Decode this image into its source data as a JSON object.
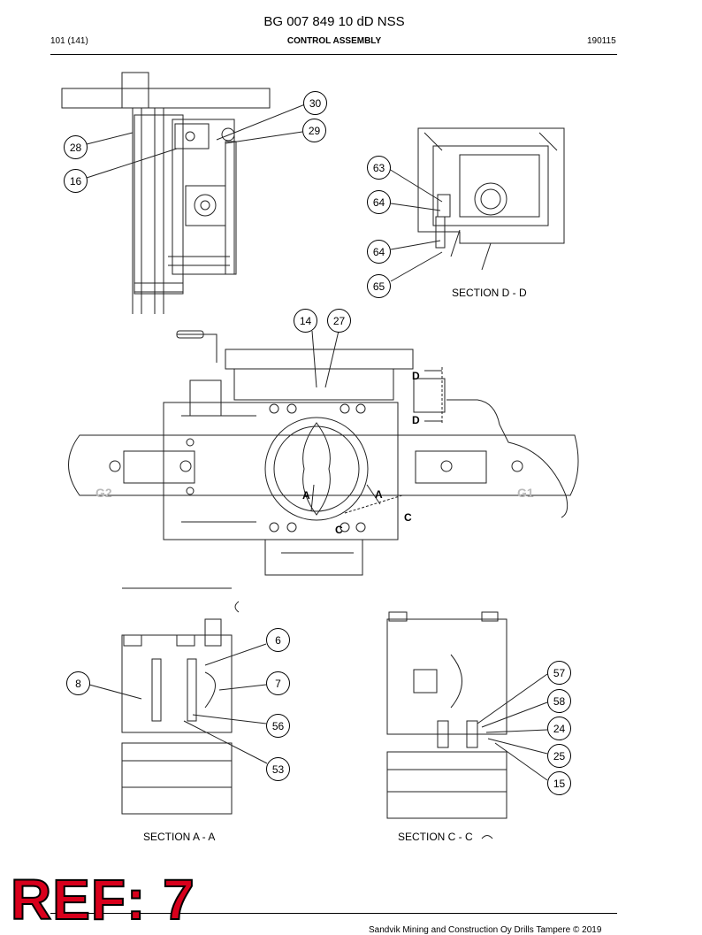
{
  "header": {
    "doc_number": "BG 007 849 10 dD NSS",
    "page_ref": "101 (141)",
    "section_title": "CONTROL ASSEMBLY",
    "rev_date": "190115"
  },
  "callouts": [
    "30",
    "29",
    "28",
    "16",
    "63",
    "64",
    "64",
    "65",
    "14",
    "27",
    "6",
    "7",
    "8",
    "56",
    "53",
    "57",
    "58",
    "24",
    "25",
    "15"
  ],
  "captions": {
    "section_dd": "SECTION D - D",
    "section_aa": "SECTION A - A",
    "section_cc": "SECTION C - C"
  },
  "section_marks": {
    "d_top": "D",
    "d_bottom": "D",
    "a_left": "A",
    "a_right": "A",
    "c_left": "C",
    "c_right": "C",
    "g2": "G2",
    "g1": "G1"
  },
  "stamp": {
    "ref": "REF: 7"
  },
  "footer": {
    "copyright": "Sandvik Mining and Construction Oy Drills Tampere © 2019"
  },
  "colors": {
    "stamp_red": "#d8001c",
    "line": "#222222"
  }
}
